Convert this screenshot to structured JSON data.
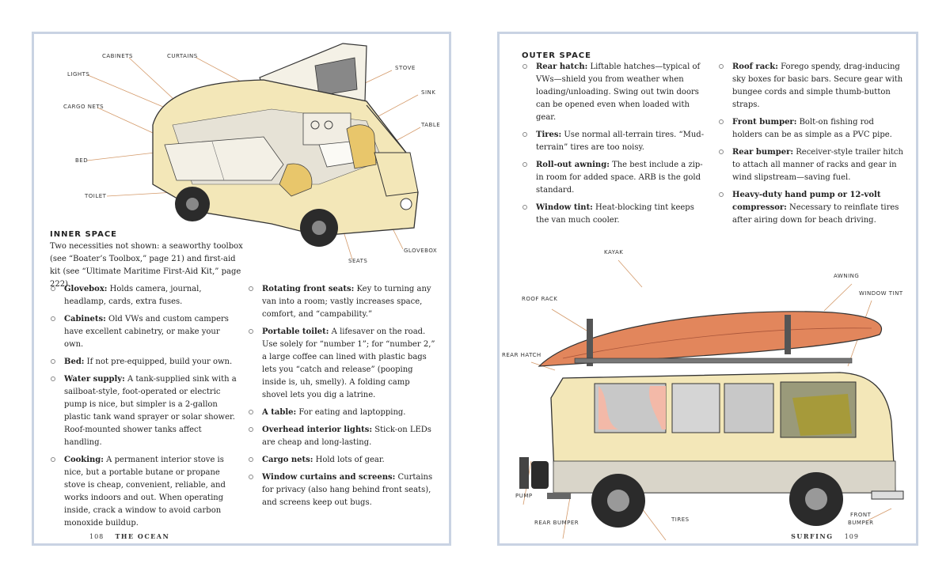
{
  "left_page": {
    "callouts": {
      "cabinets": "CABINETS",
      "curtains": "CURTAINS",
      "lights": "LIGHTS",
      "stove": "STOVE",
      "sink": "SINK",
      "cargo_nets": "CARGO NETS",
      "table": "TABLE",
      "bed": "BED",
      "toilet": "TOILET",
      "glovebox": "GLOVEBOX",
      "seats": "SEATS"
    },
    "heading": "INNER SPACE",
    "intro": "Two necessities not shown: a seaworthy toolbox (see “Boater’s Toolbox,” page 21) and first-aid kit (see “Ultimate Maritime First-Aid Kit,” page 222).",
    "col1": [
      {
        "term": "Glovebox:",
        "desc": " Holds camera, journal, headlamp, cards, extra fuses."
      },
      {
        "term": "Cabinets:",
        "desc": " Old VWs and custom campers have excellent cabinetry, or make your own."
      },
      {
        "term": "Bed:",
        "desc": " If not pre-equipped, build your own."
      },
      {
        "term": "Water supply:",
        "desc": " A tank-supplied sink with a sailboat-style, foot-operated or electric pump is nice, but simpler is a 2-gallon plastic tank wand sprayer or solar shower. Roof-mounted shower tanks affect handling."
      },
      {
        "term": "Cooking:",
        "desc": " A permanent interior stove is nice, but a portable butane or propane stove is cheap, convenient, reliable, and works indoors and out. When operating inside, crack a window to avoid carbon monoxide buildup."
      }
    ],
    "col2": [
      {
        "term": "Rotating front seats:",
        "desc": " Key to turning any van into a room; vastly increases space, comfort, and “campability.”"
      },
      {
        "term": "Portable toilet:",
        "desc": " A lifesaver on the road. Use solely for “number 1”; for “number 2,” a large coffee can lined with plastic bags lets you “catch and release” (pooping inside is, uh, smelly). A folding camp shovel lets you dig a latrine."
      },
      {
        "term": "A table:",
        "desc": " For eating and laptopping."
      },
      {
        "term": "Overhead interior lights:",
        "desc": " Stick-on LEDs are cheap and long-lasting."
      },
      {
        "term": "Cargo nets:",
        "desc": " Hold lots of gear."
      },
      {
        "term": "Window curtains and screens:",
        "desc": " Curtains for privacy (also hang behind front seats), and screens keep out bugs."
      }
    ],
    "folio_number": "108",
    "folio_section": "THE OCEAN"
  },
  "right_page": {
    "heading": "OUTER SPACE",
    "col1": [
      {
        "term": "Rear hatch:",
        "desc": " Liftable hatches—typical of VWs—shield you from weather when loading/unloading. Swing out twin doors can be opened even when loaded with gear."
      },
      {
        "term": "Tires:",
        "desc": " Use normal all-terrain tires. “Mud-terrain” tires are too noisy."
      },
      {
        "term": "Roll-out awning:",
        "desc": " The best include a zip-in room for added space. ARB is the gold standard."
      },
      {
        "term": "Window tint:",
        "desc": " Heat-blocking tint keeps the van much cooler."
      }
    ],
    "col2": [
      {
        "term": "Roof rack:",
        "desc": " Forego spendy, drag-inducing sky boxes for basic bars. Secure gear with bungee cords and simple thumb-button straps."
      },
      {
        "term": "Front bumper:",
        "desc": " Bolt-on fishing rod holders can be as simple as a PVC pipe."
      },
      {
        "term": "Rear bumper:",
        "desc": " Receiver-style trailer hitch to attach all manner of racks and gear in wind slipstream—saving fuel."
      },
      {
        "term": "Heavy-duty hand pump or 12-volt compressor:",
        "desc": " Necessary to reinflate tires after airing down for beach driving."
      }
    ],
    "callouts": {
      "kayak": "KAYAK",
      "awning": "AWNING",
      "roof_rack": "ROOF RACK",
      "window_tint": "WINDOW TINT",
      "rear_hatch": "REAR HATCH",
      "pump": "PUMP",
      "rear_bumper": "REAR BUMPER",
      "tires": "TIRES",
      "front_bumper_1": "FRONT",
      "front_bumper_2": "BUMPER"
    },
    "folio_section": "SURFING",
    "folio_number": "109"
  },
  "colors": {
    "page_border": "#c9d3e3",
    "van_body": "#f3e7b8",
    "kayak": "#e2865c",
    "leader_line": "#d49a6a",
    "seat_yellow": "#e8c66b"
  }
}
